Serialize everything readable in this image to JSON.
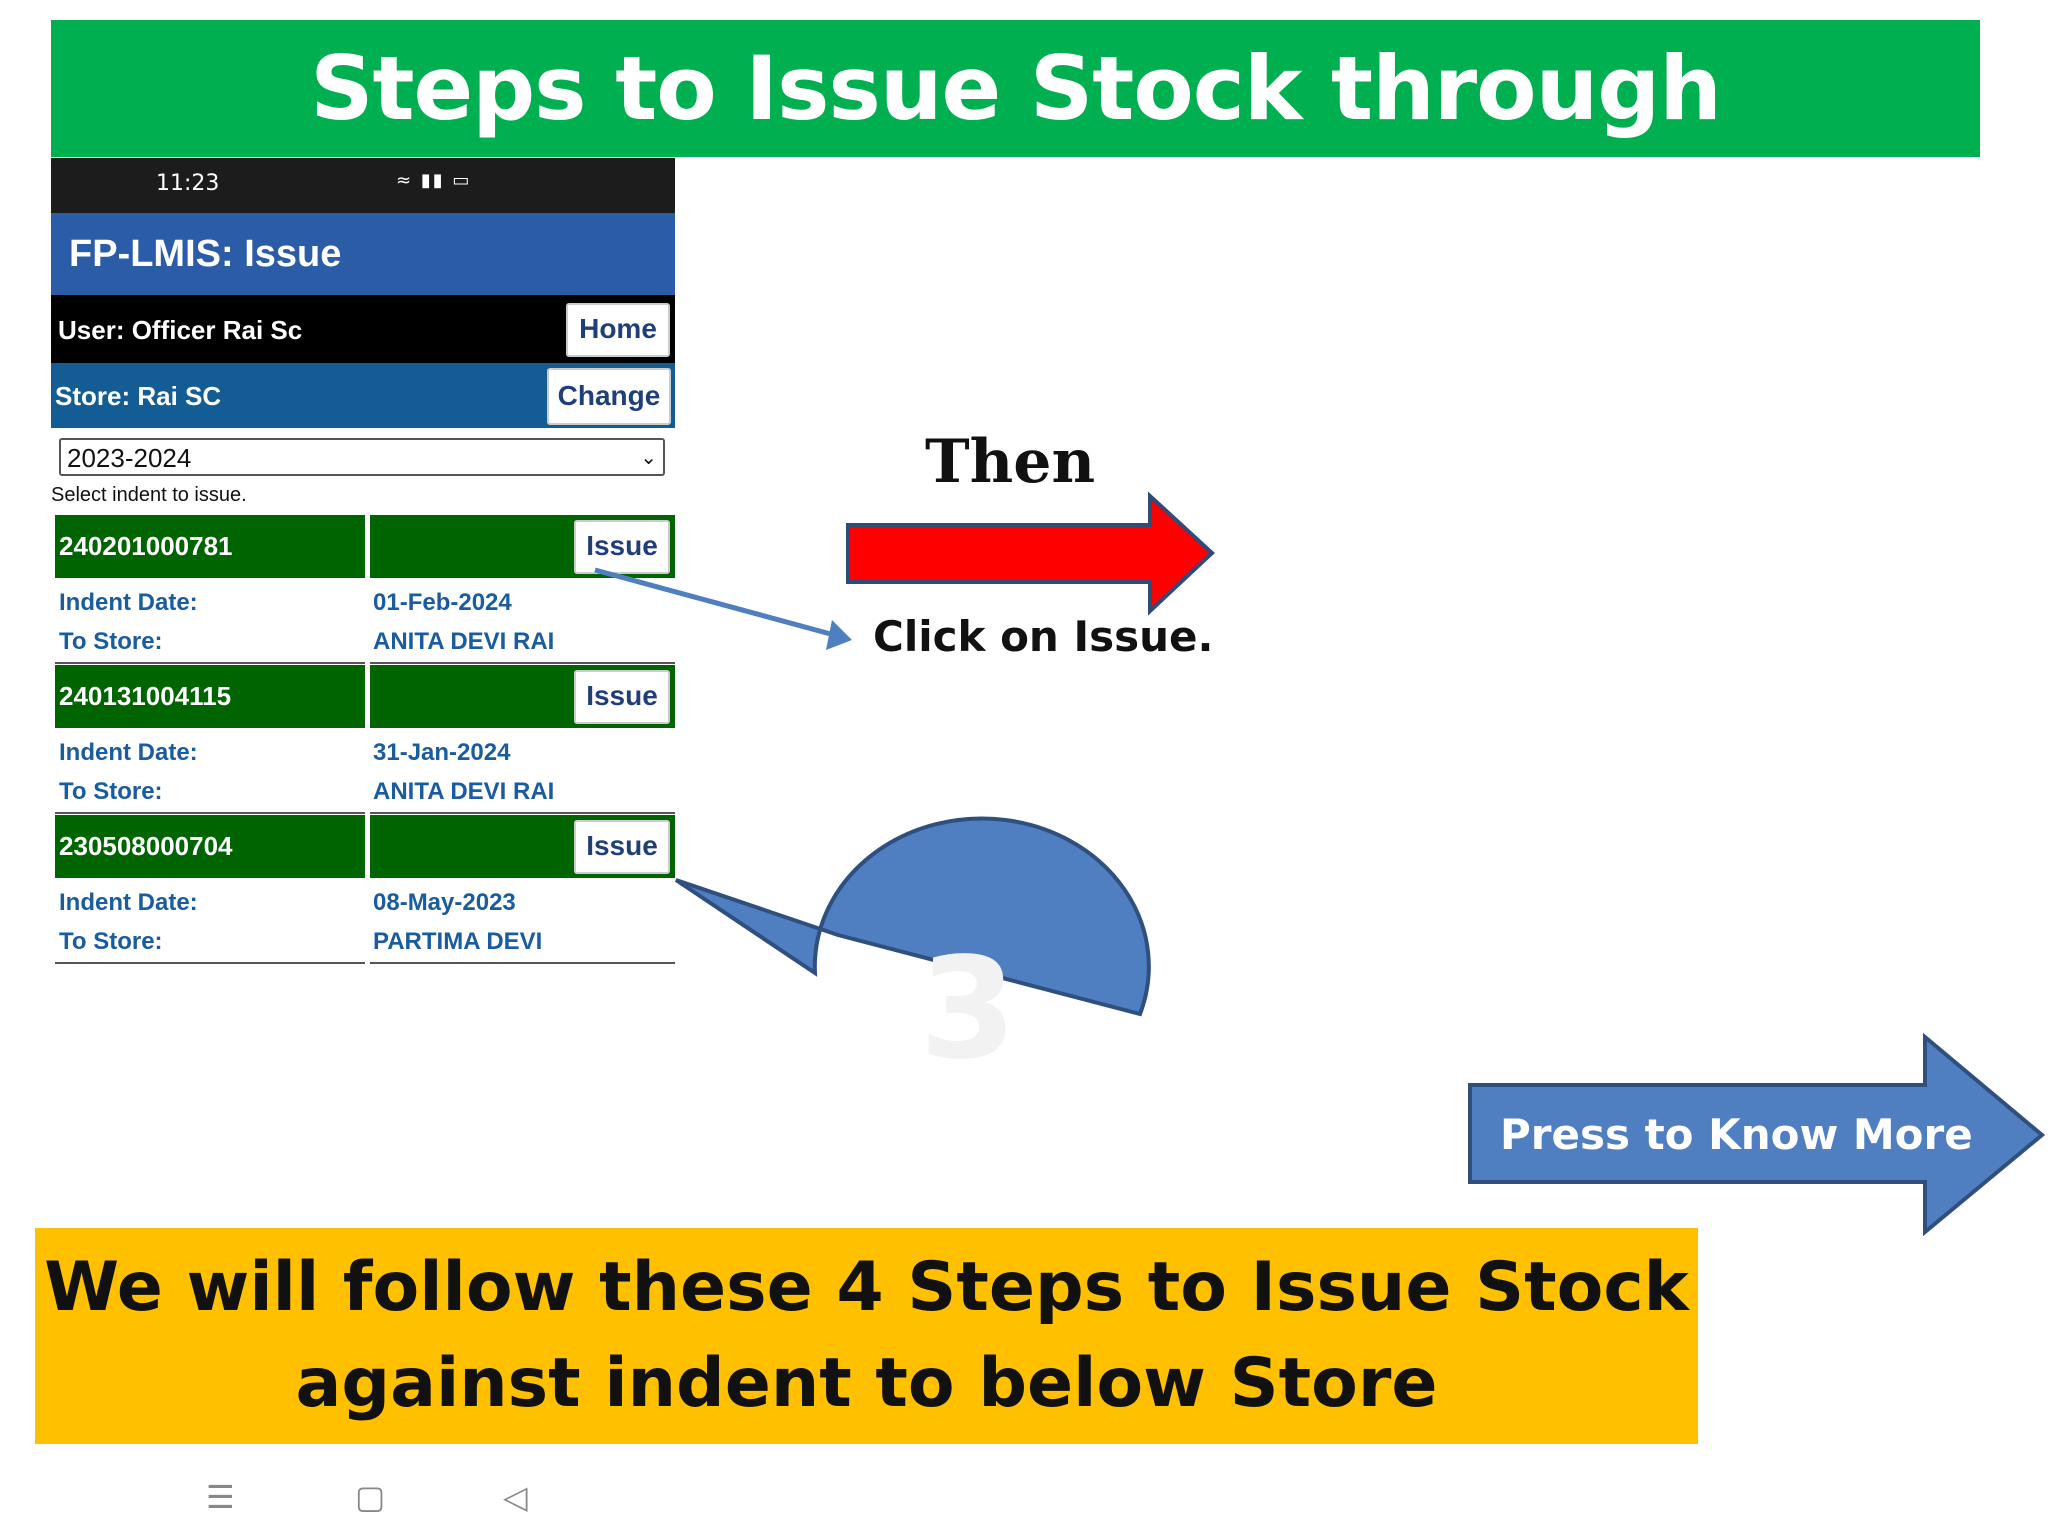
{
  "slide": {
    "title": "Steps to Issue Stock through Application",
    "then_label": "Then",
    "click_hint": "Click on Issue.",
    "step_number": "3",
    "know_more_button": "Press to Know More",
    "bottom_banner_line1": "We will follow these 4 Steps to Issue Stock",
    "bottom_banner_line2": "against indent to below Store"
  },
  "colors": {
    "title_bg": "#00b050",
    "red_arrow": "#ff0000",
    "callout_blue": "#4f7fc1",
    "banner_yellow": "#ffc000",
    "indent_green": "#006400",
    "header_blue": "#2b5ca8",
    "store_blue": "#135c94"
  },
  "phone": {
    "status_time": "11:23",
    "app_title": "FP-LMIS: Issue",
    "user_label": "User: Officer Rai Sc",
    "home_button": "Home",
    "store_label": "Store: Rai SC",
    "change_button": "Change",
    "year_selected": "2023-2024",
    "select_hint": "Select indent to issue.",
    "indent_date_label": "Indent Date:",
    "to_store_label": "To Store:",
    "issue_button": "Issue",
    "indents": [
      {
        "id": "240201000781",
        "indent_date": "01-Feb-2024",
        "to_store": "ANITA DEVI RAI"
      },
      {
        "id": "240131004115",
        "indent_date": "31-Jan-2024",
        "to_store": "ANITA DEVI RAI"
      },
      {
        "id": "230508000704",
        "indent_date": "08-May-2023",
        "to_store": "PARTIMA DEVI"
      }
    ]
  },
  "icons": [
    "clock-icon",
    "wifi-icon",
    "signal-icon",
    "battery-icon",
    "chevron-down-icon",
    "menu-icon",
    "home-square-icon",
    "back-icon"
  ]
}
